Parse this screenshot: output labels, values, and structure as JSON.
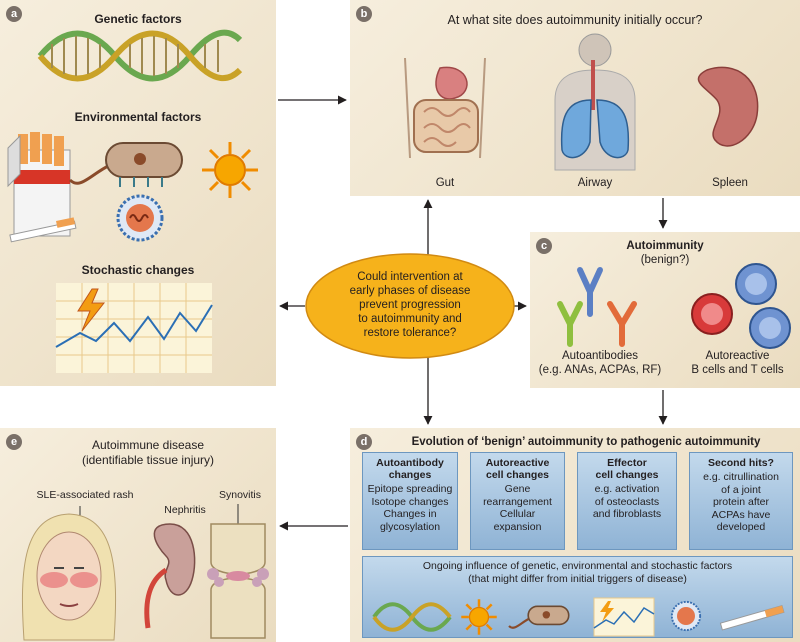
{
  "panels": {
    "a": {
      "label": "a",
      "genetic_title": "Genetic factors",
      "environmental_title": "Environmental factors",
      "stochastic_title": "Stochastic changes"
    },
    "b": {
      "label": "b",
      "question": "At what site does autoimmunity initially occur?",
      "sites": [
        "Gut",
        "Airway",
        "Spleen"
      ]
    },
    "c": {
      "label": "c",
      "title": "Autoimmunity",
      "subtitle": "(benign?)",
      "autoantibodies_line1": "Autoantibodies",
      "autoantibodies_line2": "(e.g. ANAs, ACPAs, RF)",
      "autoreactive_line1": "Autoreactive",
      "autoreactive_line2": "B cells and T cells"
    },
    "d": {
      "label": "d",
      "title": "Evolution of ‘benign’ autoimmunity to pathogenic autoimmunity",
      "boxes": [
        {
          "title_line1": "Autoantibody",
          "title_line2": "changes",
          "body": "Epitope spreading\nIsotope changes\nChanges in\nglycosylation"
        },
        {
          "title_line1": "Autoreactive",
          "title_line2": "cell changes",
          "body": "Gene\nrearrangement\nCellular\nexpansion"
        },
        {
          "title_line1": "Effector",
          "title_line2": "cell changes",
          "body": "e.g. activation\nof osteoclasts\nand fibroblasts"
        },
        {
          "title_line1": "Second hits?",
          "title_line2": "",
          "body": "e.g. citrullination\nof a joint\nprotein after\nACPAs have\ndeveloped"
        }
      ],
      "ongoing_line1": "Ongoing influence of genetic, environmental and stochastic factors",
      "ongoing_line2": "(that might differ from initial triggers of disease)"
    },
    "e": {
      "label": "e",
      "title": "Autoimmune disease",
      "subtitle": "(identifiable tissue injury)",
      "rash_label": "SLE-associated rash",
      "nephritis_label": "Nephritis",
      "synovitis_label": "Synovitis"
    }
  },
  "center": {
    "line1": "Could intervention at",
    "line2": "early phases of disease",
    "line3": "prevent progression",
    "line4": "to autoimmunity and",
    "line5": "restore tolerance?"
  },
  "colors": {
    "panel_bg": "#eadcc0",
    "box_blue": "#a9c6e2",
    "ellipse_fill": "#f6b21b",
    "ellipse_stroke": "#d18a12"
  }
}
